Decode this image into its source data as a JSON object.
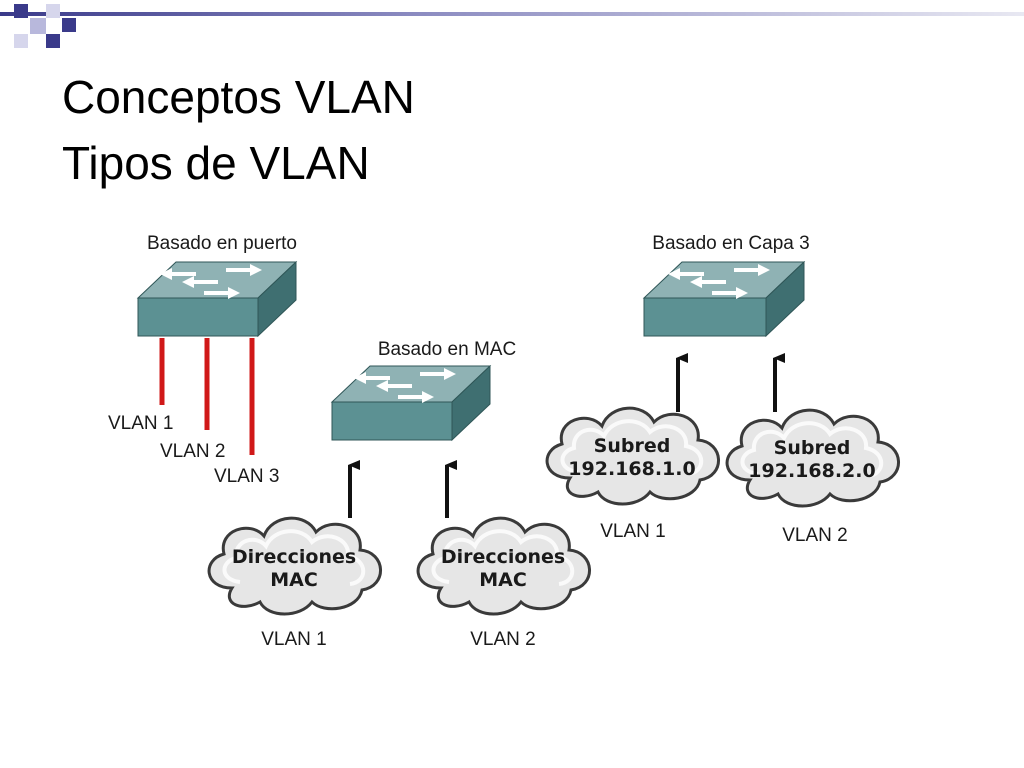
{
  "slide": {
    "title_line1": "Conceptos VLAN",
    "title_line2": "Tipos de VLAN"
  },
  "colors": {
    "accent_dark": "#3a3a8a",
    "accent_light": "#8a8ac0",
    "switch_top": "#8fb2b4",
    "switch_front": "#5c9193",
    "switch_side": "#3f6f71",
    "port_line": "#d01818",
    "cloud_fill": "#e6e6e6"
  },
  "diagram": {
    "port_based": {
      "heading": "Basado en puerto",
      "vlans": [
        "VLAN 1",
        "VLAN 2",
        "VLAN 3"
      ]
    },
    "mac_based": {
      "heading": "Basado en MAC",
      "clouds": [
        {
          "line1": "Direcciones",
          "line2": "MAC",
          "vlan": "VLAN 1"
        },
        {
          "line1": "Direcciones",
          "line2": "MAC",
          "vlan": "VLAN 2"
        }
      ]
    },
    "layer3_based": {
      "heading": "Basado en Capa 3",
      "clouds": [
        {
          "line1": "Subred",
          "line2": "192.168.1.0",
          "vlan": "VLAN 1"
        },
        {
          "line1": "Subred",
          "line2": "192.168.2.0",
          "vlan": "VLAN 2"
        }
      ]
    }
  }
}
